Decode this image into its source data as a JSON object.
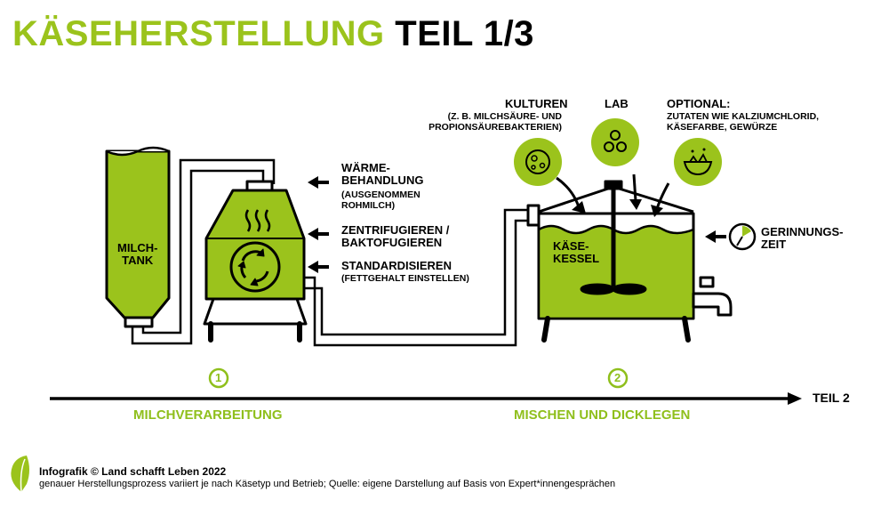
{
  "title": {
    "part1": "KÄSEHERSTELLUNG",
    "part2": "TEIL 1/3"
  },
  "labels": {
    "milk_tank": [
      "MILCH-",
      "TANK"
    ],
    "heat_treatment": [
      "WÄRME-",
      "BEHANDLUNG"
    ],
    "heat_treatment_note": [
      "(AUSGENOMMEN",
      "ROHMILCH)"
    ],
    "centrifuge": [
      "ZENTRIFUGIEREN /",
      "BAKTOFUGIEREN"
    ],
    "standardize": "STANDARDISIEREN",
    "standardize_note": "(FETTGEHALT EINSTELLEN)",
    "cultures": "KULTUREN",
    "cultures_note": [
      "(Z. B. MILCHSÄURE- UND",
      "PROPIONSÄUREBAKTERIEN)"
    ],
    "rennet": "LAB",
    "optional": "OPTIONAL:",
    "optional_note": [
      "ZUTATEN WIE KALZIUMCHLORID,",
      "KÄSEFARBE,  GEWÜRZE"
    ],
    "cheese_vat": [
      "KÄSE-",
      "KESSEL"
    ],
    "coagulation_time": [
      "GERINNUNGS-",
      "ZEIT"
    ]
  },
  "stages": [
    {
      "number": "1",
      "label": "MILCHVERARBEITUNG"
    },
    {
      "number": "2",
      "label": "MISCHEN UND DICKLEGEN"
    }
  ],
  "arrow_label": "TEIL 2",
  "footer": {
    "credit": "Infografik © Land schafft Leben 2022",
    "note": "genauer Herstellungsprozess variiert je nach Käsetyp und Betrieb; Quelle: eigene Darstellung auf Basis von Expert*innengesprächen"
  },
  "colors": {
    "accent": "#9bc31c",
    "stage_text": "#8fbf1c",
    "line": "#000000"
  },
  "icons": [
    "arrow-left-icon",
    "steam-icon",
    "recycle-icon",
    "bacteria-icon",
    "molecule-icon",
    "bowl-icon",
    "timer-icon",
    "leaf-logo-icon"
  ]
}
